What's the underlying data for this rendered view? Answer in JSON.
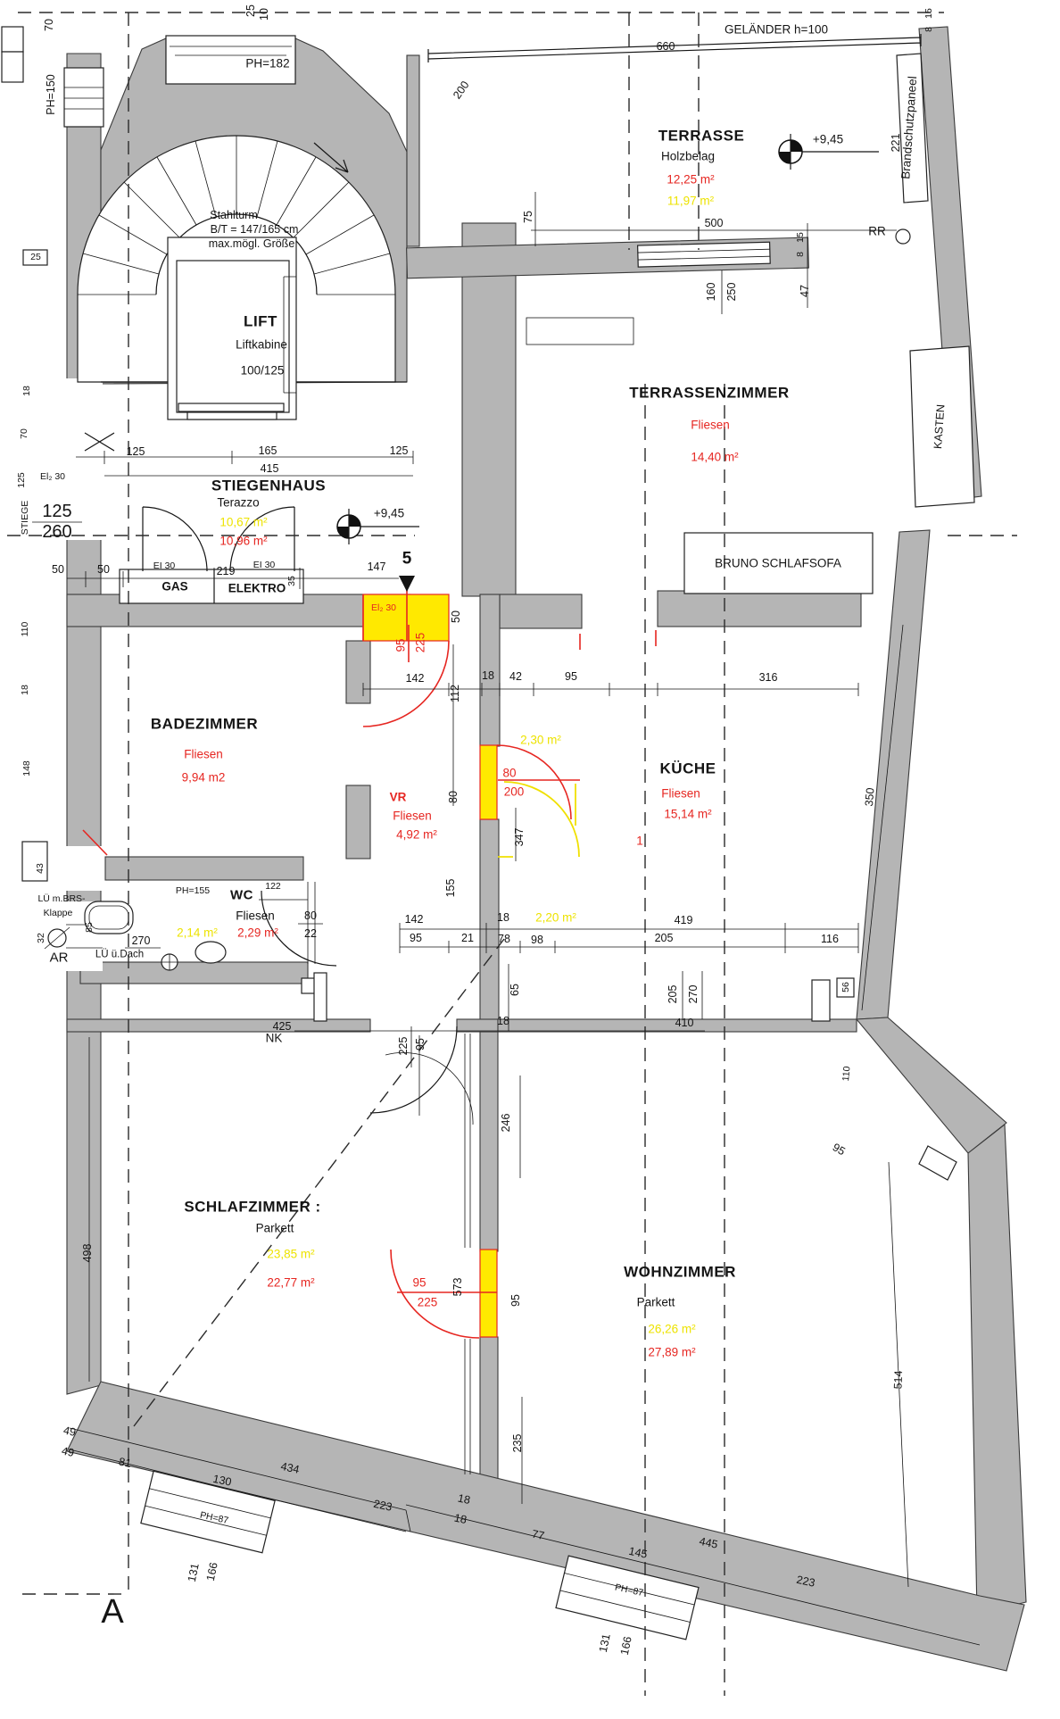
{
  "rooms": {
    "lift": {
      "title": "LIFT",
      "sub": "Liftkabine",
      "size": "100/125"
    },
    "stahlturm": {
      "l1": "Stahlturm",
      "l2": "B/T = 147/165 cm",
      "l3": "max.mögl. Größe"
    },
    "terrasse": {
      "title": "TERRASSE",
      "floor": "Holzbelag",
      "area_new": "12,25 m²",
      "area_old": "11,97 m²"
    },
    "terrassenzimmer": {
      "title": "TERRASSENZIMMER",
      "floor": "Fliesen",
      "area_new": "14,40 m²"
    },
    "stiegenhaus": {
      "title": "STIEGENHAUS",
      "floor": "Terazzo",
      "area_old": "10,67 m²",
      "area_new": "10,96 m²"
    },
    "badezimmer": {
      "title": "BADEZIMMER",
      "floor": "Fliesen",
      "area_new": "9,94 m2"
    },
    "vr": {
      "title": "VR",
      "floor": "Fliesen",
      "area_new": "4,92 m²"
    },
    "kueche": {
      "title": "KÜCHE",
      "floor": "Fliesen",
      "area_new": "15,14 m²",
      "area_partial": "1"
    },
    "wc": {
      "title": "WC",
      "floor": "Fliesen",
      "area_old": "2,14 m²",
      "area_new": "2,29 m²"
    },
    "schlafzimmer": {
      "title": "SCHLAFZIMMER :",
      "floor": "Parkett",
      "area_old": "23,85 m²",
      "area_new": "22,77 m²"
    },
    "wohnzimmer": {
      "title": "WOHNZIMMER",
      "floor": "Parkett",
      "area_old": "26,26 m²",
      "area_new": "27,89 m²"
    }
  },
  "furniture": {
    "kasten": "KASTEN",
    "sofa": "BRUNO SCHLAFSOFA",
    "gas": "GAS",
    "elektro": "ELEKTRO"
  },
  "labels": {
    "gelaender": "GELÄNDER h=100",
    "brandschutz": "Brandschutzpaneel",
    "rr": "RR",
    "ph182": "PH=182",
    "ph150": "PH=150",
    "ph155": "PH=155",
    "ph87a": "PH=87",
    "ph87b": "PH=87",
    "ei30a": "EI 30",
    "ei30b": "EI 30",
    "ei2_30l": "El₂ 30",
    "ei2_30y": "El₂ 30",
    "pos5": "5",
    "nk": "NK",
    "ar": "AR",
    "lue1": "LÜ m.BRS-",
    "lue1b": "Klappe",
    "lue2": "LÜ ü.Dach",
    "stiege": "STIEGE",
    "section": "A",
    "vr_old": "2,30 m²",
    "nk_old": "2,20 m²",
    "lv1": "+9,45",
    "lv2": "+9,45"
  },
  "dims": {
    "top25": "25",
    "top10": "10",
    "d200": "200",
    "d660": "660",
    "d75": "75",
    "d15a": "15",
    "d8a": "8",
    "d221": "221",
    "d500": "500",
    "d15b": "15",
    "d8b": "8",
    "d47": "47",
    "d160": "160",
    "d250": "250",
    "lift125a": "125",
    "lift165": "165",
    "lift125b": "125",
    "d415": "415",
    "d70a": "70",
    "box25": "25",
    "l18a": "18",
    "l70b": "70",
    "l125s": "125",
    "big125": "125",
    "big260": "260",
    "d50a": "50",
    "d50b": "50",
    "d219": "219",
    "d35": "35",
    "d147": "147",
    "l110": "110",
    "l18b": "18",
    "l148": "148",
    "y95a": "95",
    "y225a": "225",
    "d50r": "50",
    "d142a": "142",
    "d112": "112",
    "d18a": "18",
    "d42": "42",
    "d95a": "95",
    "d316": "316",
    "r80": "80",
    "r200": "200",
    "d80r": "80",
    "d347": "347",
    "d350": "350",
    "d155": "155",
    "d142b": "142",
    "d18b": "18",
    "d419": "419",
    "d95b": "95",
    "d21": "21",
    "d78": "78",
    "d98": "98",
    "d205a": "205",
    "d116": "116",
    "wc80": "80",
    "wc22": "22",
    "d122": "122",
    "d85": "85",
    "d270a": "270",
    "d43": "43",
    "d32": "32",
    "d65": "65",
    "d18c": "18",
    "d205b": "205",
    "d270b": "270",
    "d410": "410",
    "d425": "425",
    "nk95": "95",
    "nk225": "225",
    "d246": "246",
    "d498": "498",
    "r95b": "95",
    "r225b": "225",
    "d573": "573",
    "d95r": "95",
    "d235": "235",
    "d514": "514",
    "d110b": "110",
    "d95s": "95",
    "d56": "56",
    "d49a": "49",
    "d49b": "49",
    "d81": "81",
    "d434": "434",
    "d130": "130",
    "d223a": "223",
    "d131a": "131",
    "d166a": "166",
    "d18d": "18",
    "d18e": "18",
    "d77": "77",
    "d145": "145",
    "d445": "445",
    "d223b": "223",
    "d131b": "131",
    "d166b": "166"
  }
}
